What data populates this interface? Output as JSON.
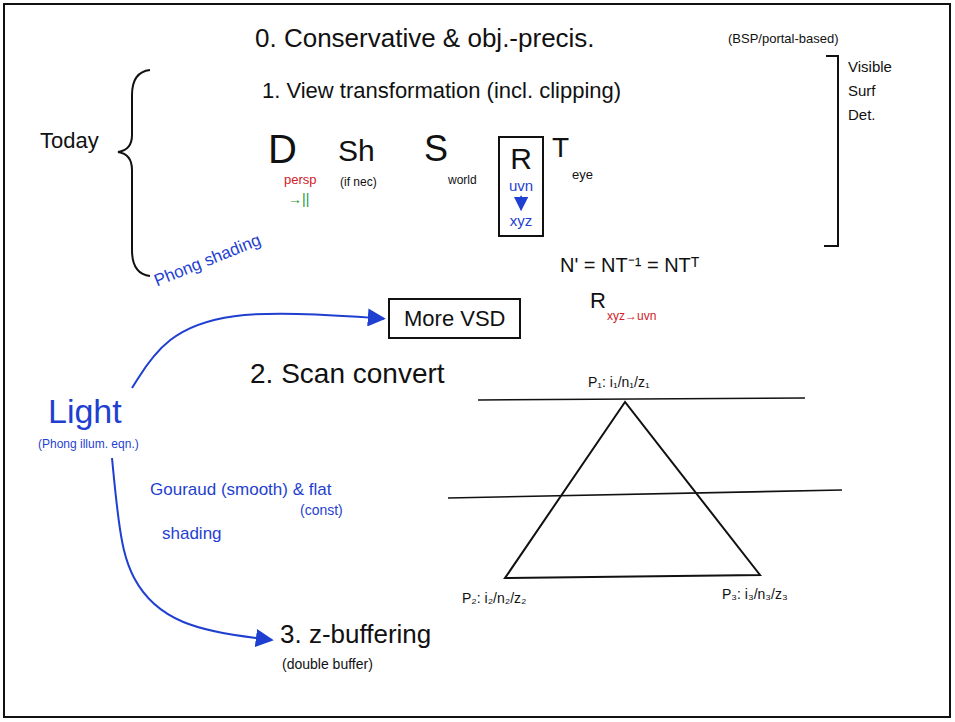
{
  "diagram": {
    "nodes": [
      {
        "text": [
          "R",
          "uvn",
          "xyz"
        ]
      },
      {
        "text": [
          "More VSD"
        ]
      }
    ],
    "labels": [
      "0. Conservative & obj.-precis.",
      "(BSP/portal-based)",
      "Today",
      "1. View transformation (incl. clipping)",
      "Visible",
      "Surf",
      "Det.",
      "D",
      "persp",
      "→||",
      "Sh",
      "(if nec)",
      "S",
      "world",
      "T",
      "eye",
      "N' = NT⁻¹ = NTᵀ",
      "R",
      "xyz→uvn",
      "Phong shading",
      "Light",
      "(Phong illum. eqn.)",
      "2. Scan convert",
      "Gouraud (smooth) & flat",
      "(const)",
      "shading",
      "P₁: i₁/n₁/z₁",
      "P₂: i₂/n₂/z₂",
      "P₃: i₃/n₃/z₃",
      "3. z-buffering",
      "(double buffer)"
    ]
  }
}
